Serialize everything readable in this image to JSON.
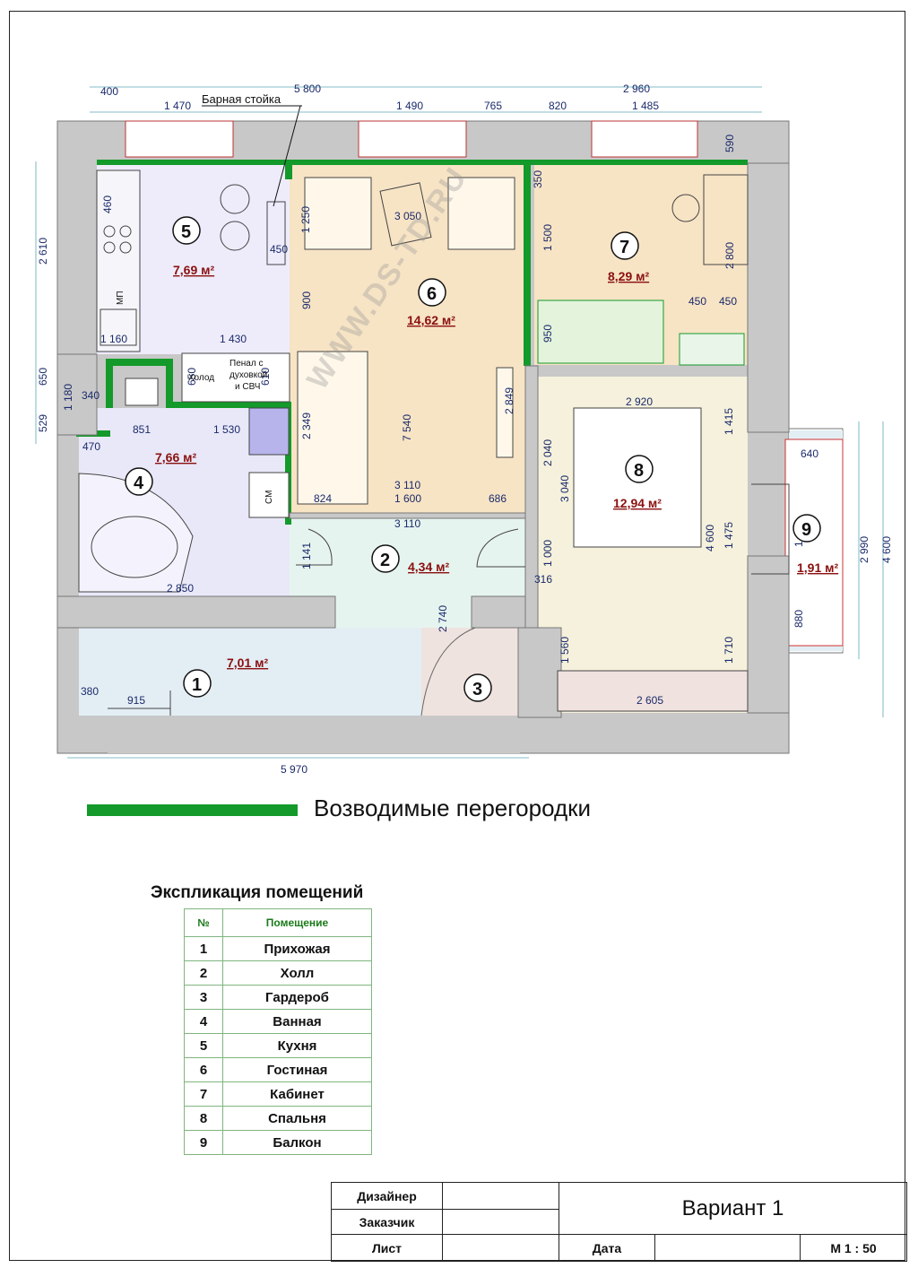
{
  "plan": {
    "callout": "Барная стойка",
    "dims_top": [
      "400",
      "1 470",
      "5 800",
      "1 490",
      "765",
      "820",
      "2 960",
      "1 485"
    ],
    "dims_left": [
      "2 610",
      "650",
      "1 180",
      "529"
    ],
    "dims_bottom": "5 970",
    "dims_right": [
      "2 990",
      "4 600"
    ],
    "dims_inner": [
      "460",
      "1 250",
      "450",
      "3 050",
      "350",
      "590",
      "1 500",
      "2 800",
      "900",
      "450",
      "450",
      "950",
      "1 160",
      "1 430",
      "650",
      "610",
      "340",
      "851",
      "1 530",
      "2 349",
      "7 540",
      "2 849",
      "2 920",
      "1 415",
      "2 040",
      "3 040",
      "470",
      "640",
      "824",
      "3 110",
      "1 600",
      "686",
      "3 110",
      "1 141",
      "1 000",
      "316",
      "4 600",
      "1 475",
      "1 475",
      "2 850",
      "2 740",
      "880",
      "1 560",
      "1 710",
      "380",
      "915",
      "2 605"
    ],
    "appliances": {
      "mp": "МП",
      "sm": "СМ",
      "fridge": "Холод",
      "pen1": "Пенал с",
      "pen2": "духовкой",
      "pen3": "и СВЧ"
    },
    "watermark": "WWW.DS-TD.RU",
    "rooms": [
      {
        "num": "1",
        "area": "7,01 м²"
      },
      {
        "num": "2",
        "area": "4,34 м²"
      },
      {
        "num": "3",
        "area": ""
      },
      {
        "num": "4",
        "area": "7,66 м²"
      },
      {
        "num": "5",
        "area": "7,69 м²"
      },
      {
        "num": "6",
        "area": "14,62 м²"
      },
      {
        "num": "7",
        "area": "8,29 м²"
      },
      {
        "num": "8",
        "area": "12,94 м²"
      },
      {
        "num": "9",
        "area": "1,91 м²"
      }
    ]
  },
  "legend": {
    "text": "Возводимые перегородки",
    "color": "#139a2a"
  },
  "explication": {
    "title": "Экспликация помещений",
    "col_num": "№",
    "col_room": "Помещение",
    "rows": [
      {
        "n": "1",
        "name": "Прихожая"
      },
      {
        "n": "2",
        "name": "Холл"
      },
      {
        "n": "3",
        "name": "Гардероб"
      },
      {
        "n": "4",
        "name": "Ванная"
      },
      {
        "n": "5",
        "name": "Кухня"
      },
      {
        "n": "6",
        "name": "Гостиная"
      },
      {
        "n": "7",
        "name": "Кабинет"
      },
      {
        "n": "8",
        "name": "Спальня"
      },
      {
        "n": "9",
        "name": "Балкон"
      }
    ]
  },
  "stamp": {
    "designer": "Дизайнер",
    "customer": "Заказчик",
    "sheet": "Лист",
    "date": "Дата",
    "variant": "Вариант 1",
    "scale": "М 1 : 50"
  },
  "colors": {
    "wall": "#c8c8c8",
    "partition": "#139a2a",
    "kitchen": "#eeecfb",
    "bath": "#e9e8f8",
    "living": "#f7e4c5",
    "office": "#f7e4c5",
    "bedroom": "#f5f1dc",
    "hall": "#e6f4ef",
    "entry": "#e3eef4",
    "wardrobe": "#efe3df"
  }
}
